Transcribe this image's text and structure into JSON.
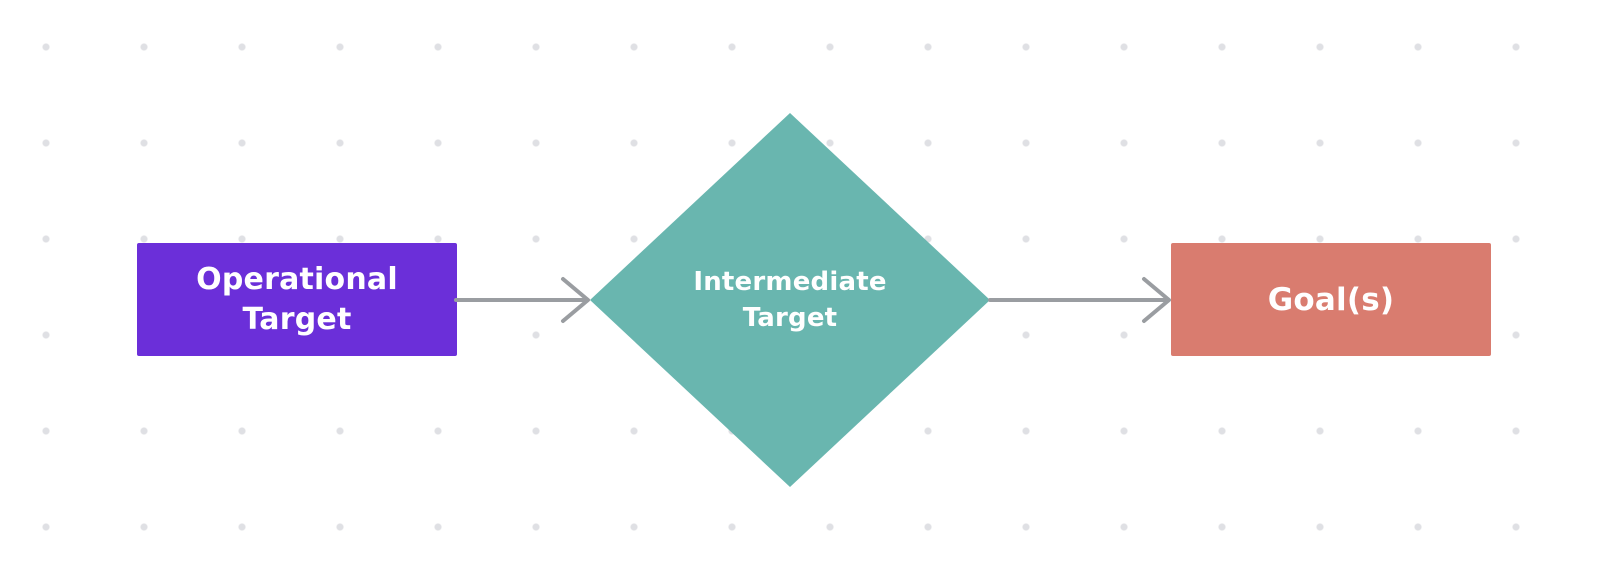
{
  "canvas": {
    "background_color": "#ffffff",
    "dot_grid_color": "#dfe0e4"
  },
  "diagram": {
    "nodes": [
      {
        "id": "operational-target",
        "label": "Operational Target",
        "shape": "rectangle",
        "fill_color": "#6b2fd9",
        "text_color": "#ffffff"
      },
      {
        "id": "intermediate-target",
        "label": "Intermediate Target",
        "shape": "diamond",
        "fill_color": "#69b6af",
        "text_color": "#ffffff"
      },
      {
        "id": "goals",
        "label": "Goal(s)",
        "shape": "rectangle",
        "fill_color": "#d97c6f",
        "text_color": "#ffffff"
      }
    ],
    "connectors": [
      {
        "from": "operational-target",
        "to": "intermediate-target",
        "type": "arrow",
        "color": "#9a9da1"
      },
      {
        "from": "intermediate-target",
        "to": "goals",
        "type": "arrow",
        "color": "#9a9da1"
      }
    ]
  }
}
